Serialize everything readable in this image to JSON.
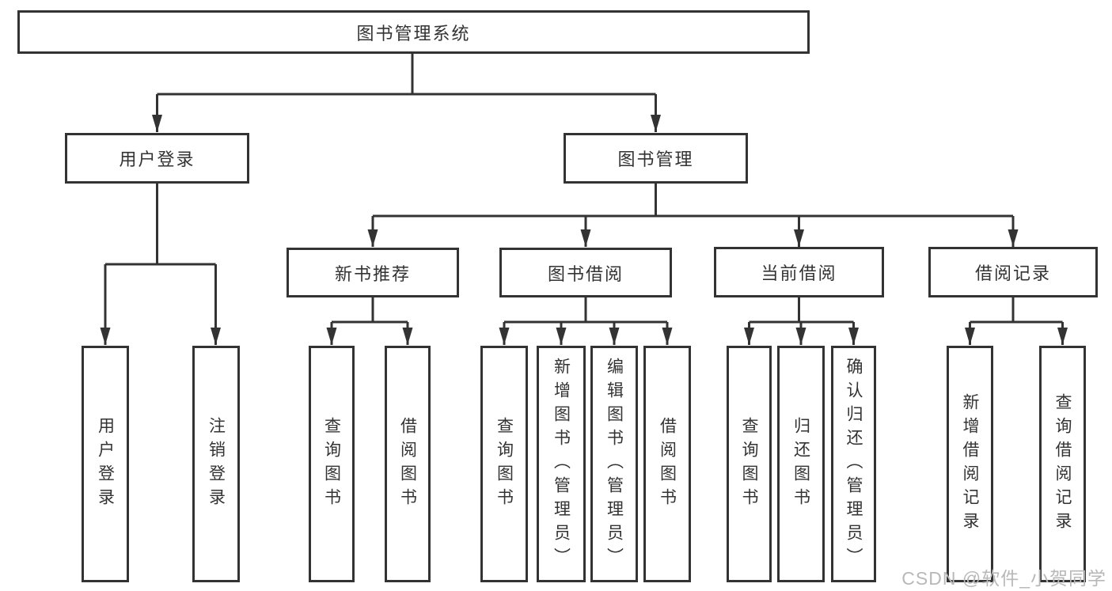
{
  "colors": {
    "background": "#ffffff",
    "line": "#333333",
    "box_border": "#333333",
    "text": "#333333",
    "watermark": "#b8b8b8"
  },
  "watermark": {
    "text": "CSDN @软件_小贺同学"
  },
  "tree": {
    "root": {
      "label": "图书管理系统",
      "children": [
        {
          "label": "用户登录",
          "children": [
            {
              "label": "用户登录"
            },
            {
              "label": "注销登录"
            }
          ]
        },
        {
          "label": "图书管理",
          "children": [
            {
              "label": "新书推荐",
              "children": [
                {
                  "label": "查询图书"
                },
                {
                  "label": "借阅图书"
                }
              ]
            },
            {
              "label": "图书借阅",
              "children": [
                {
                  "label": "查询图书"
                },
                {
                  "label": "新增图书（管理员）"
                },
                {
                  "label": "编辑图书（管理员）"
                },
                {
                  "label": "借阅图书"
                }
              ]
            },
            {
              "label": "当前借阅",
              "children": [
                {
                  "label": "查询图书"
                },
                {
                  "label": "归还图书"
                },
                {
                  "label": "确认归还（管理员）"
                }
              ]
            },
            {
              "label": "借阅记录",
              "children": [
                {
                  "label": "新增借阅记录"
                },
                {
                  "label": "查询借阅记录"
                }
              ]
            }
          ]
        }
      ]
    }
  }
}
